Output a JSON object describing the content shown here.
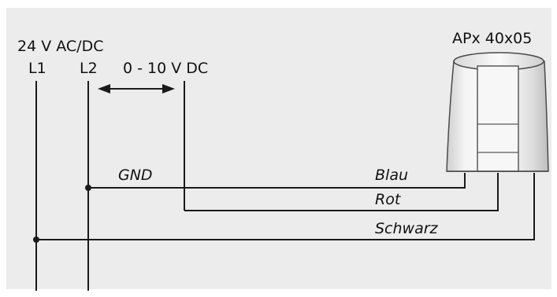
{
  "supply": {
    "voltage_label": "24 V AC/DC",
    "l1_label": "L1",
    "l2_label": "L2"
  },
  "signal": {
    "label": "0 - 10 V DC"
  },
  "device": {
    "name": "APx 40x05"
  },
  "wires": {
    "gnd_label": "GND",
    "blau_label": "Blau",
    "rot_label": "Rot",
    "schwarz_label": "Schwarz"
  }
}
